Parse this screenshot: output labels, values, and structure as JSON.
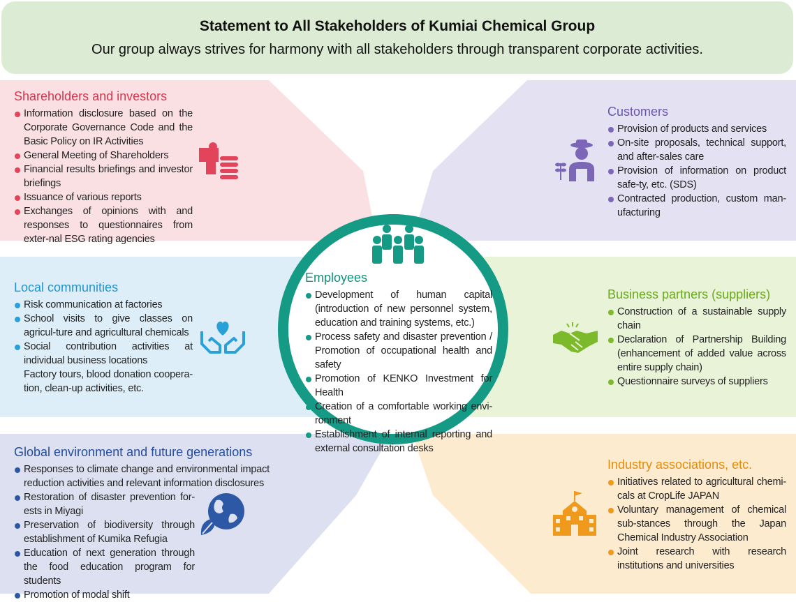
{
  "header": {
    "title": "Statement to All Stakeholders of Kumiai Chemical Group",
    "subtitle": "Our group always strives for harmony with all stakeholders through transparent corporate activities."
  },
  "colors": {
    "header_bg": "#dcebd3",
    "employees": "#159a86",
    "shareholders": "#e2445b",
    "customers": "#7b66b8",
    "local": "#2aa0d8",
    "partners": "#7cb92b",
    "global": "#2d58a5",
    "industry": "#ef9a1c"
  },
  "sections": {
    "shareholders": {
      "title": "Shareholders and investors",
      "icon": "investor-presentation-icon",
      "items": [
        "Information disclosure based on the Corporate Governance Code and the Basic Policy on IR Activities",
        "General Meeting of Shareholders",
        "Financial results briefings and investor briefings",
        "Issuance of various reports",
        "Exchanges of opinions with and responses to questionnaires from exter-nal ESG rating agencies"
      ]
    },
    "customers": {
      "title": "Customers",
      "icon": "farmer-icon",
      "items": [
        "Provision of products and services",
        "On-site proposals, technical support, and after-sales care",
        "Provision of information on product safe-ty, etc. (SDS)",
        "Contracted production, custom man-ufacturing"
      ]
    },
    "local": {
      "title": "Local communities",
      "icon": "heart-hands-icon",
      "items": [
        "Risk communication at factories",
        "School visits to give classes on agricul-ture and agricultural chemicals",
        "Social contribution activities at individual business locations",
        "Factory tours, blood donation coopera-tion, clean-up activities, etc."
      ]
    },
    "partners": {
      "title": "Business partners (suppliers)",
      "icon": "handshake-icon",
      "items": [
        "Construction of a sustainable supply chain",
        "Declaration of Partnership Building (enhancement of added value across entire supply chain)",
        "Questionnaire surveys of suppliers"
      ]
    },
    "global": {
      "title": "Global environment and future generations",
      "icon": "globe-leaf-icon",
      "items": [
        "Responses to climate change and environmental impact reduction activities and relevant information disclosures",
        "Restoration of disaster prevention for-ests in Miyagi",
        "Preservation of biodiversity through establishment of Kumika Refugia",
        "Education of next generation through the food education program for students",
        "Promotion of modal shift"
      ]
    },
    "industry": {
      "title": "Industry associations, etc.",
      "icon": "school-building-icon",
      "items": [
        "Initiatives related to agricultural chemi-cals at CropLife JAPAN",
        "Voluntary management of chemical sub-stances through the Japan Chemical Industry Association",
        "Joint research with research institutions and universities"
      ]
    },
    "employees": {
      "title": "Employees",
      "icon": "people-group-icon",
      "items": [
        "Development of human capital (introduction of new personnel system, education and training systems, etc.)",
        "Process safety and disaster prevention / Promotion of occupational health and safety",
        "Promotion of KENKO Investment for Health",
        "Creation of a comfortable working envi-ronment",
        "Establishment of internal reporting and external consultation desks"
      ]
    }
  }
}
